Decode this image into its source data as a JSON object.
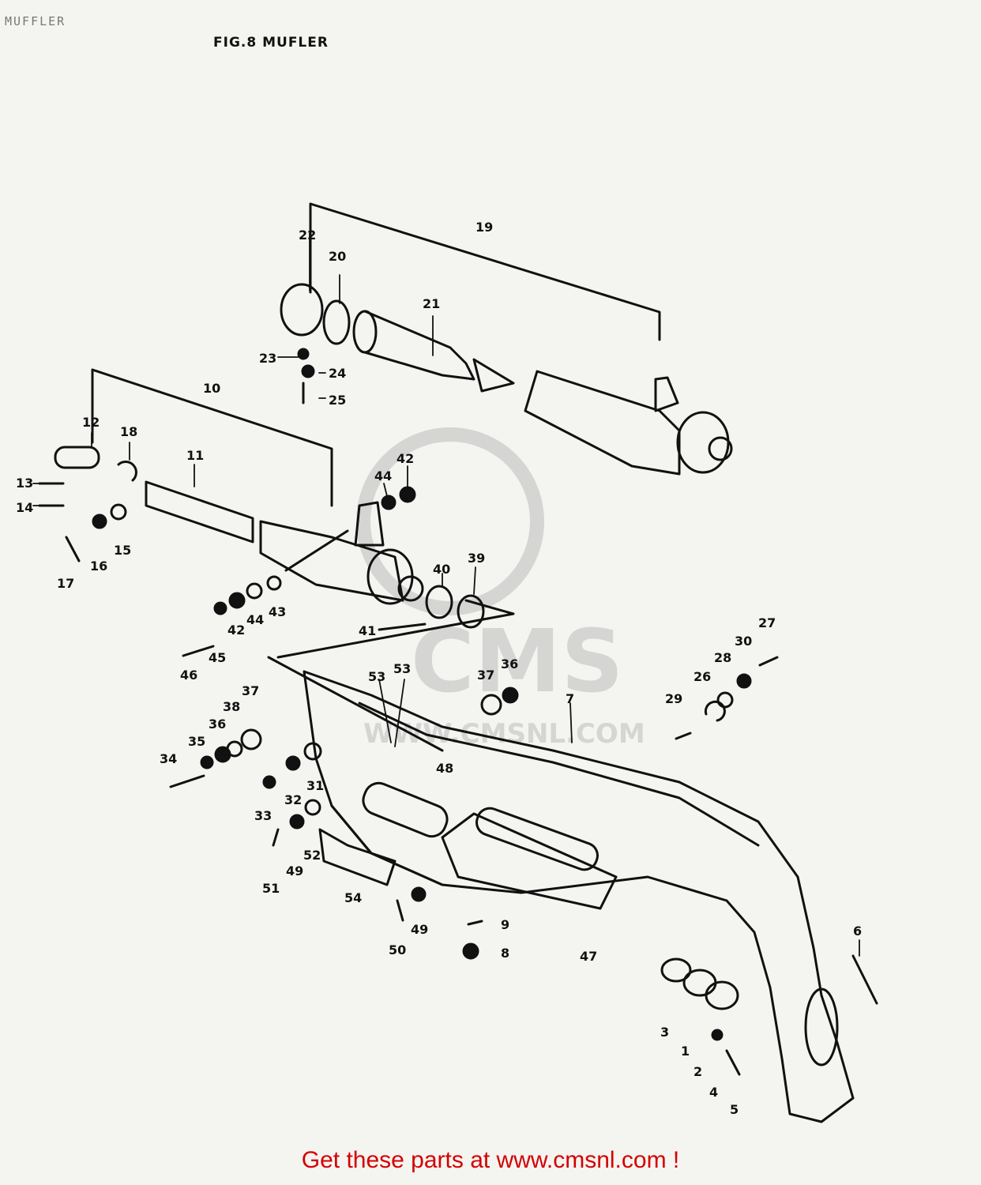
{
  "header": {
    "corner_text": "MUFFLER",
    "figure_title": "FIG.8  MUFLER"
  },
  "watermark": {
    "brand": "CMS",
    "site": "WWW.CMSNL.COM"
  },
  "footer": {
    "link_text": "Get these parts at www.cmsnl.com !"
  },
  "callouts": {
    "c1": "1",
    "c2": "2",
    "c3": "3",
    "c4": "4",
    "c5": "5",
    "c6": "6",
    "c7": "7",
    "c8": "8",
    "c9": "9",
    "c10": "10",
    "c11": "11",
    "c12": "12",
    "c13": "13",
    "c14": "14",
    "c15": "15",
    "c16": "16",
    "c17": "17",
    "c18": "18",
    "c19": "19",
    "c20": "20",
    "c21": "21",
    "c22": "22",
    "c23": "23",
    "c24": "24",
    "c25": "25",
    "c26": "26",
    "c27": "27",
    "c28": "28",
    "c29": "29",
    "c30": "30",
    "c31": "31",
    "c32": "32",
    "c33": "33",
    "c34": "34",
    "c35": "35",
    "c36": "36",
    "c37": "37",
    "c38": "38",
    "c39": "39",
    "c40": "40",
    "c41": "41",
    "c42": "42",
    "c43": "43",
    "c44": "44",
    "c45": "45",
    "c46": "46",
    "c47": "47",
    "c48": "48",
    "c49": "49",
    "c50": "50",
    "c51": "51",
    "c52": "52",
    "c53": "53",
    "c54": "54",
    "c36b": "36",
    "c37b": "37",
    "c42b": "42",
    "c44b": "44",
    "c49b": "49",
    "c53b": "53"
  }
}
